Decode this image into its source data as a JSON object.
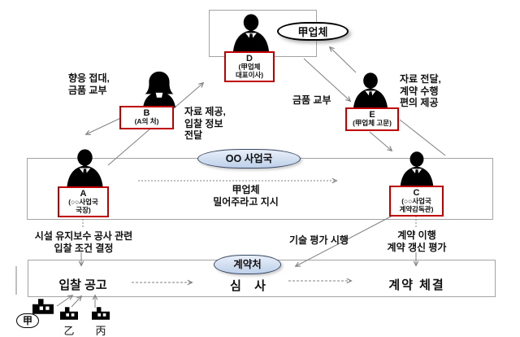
{
  "ovals": {
    "company": "甲업체",
    "bureau": "OO 사업국",
    "contract_office": "계약처"
  },
  "actors": {
    "d": {
      "name": "D",
      "role_lines": [
        "(甲업체",
        "대표이사)"
      ]
    },
    "b": {
      "name": "B",
      "role_lines": [
        "(A의 처)"
      ]
    },
    "e": {
      "name": "E",
      "role_lines": [
        "(甲업체 고문)"
      ]
    },
    "a": {
      "name": "A",
      "role_lines": [
        "(○○사업국",
        "국장)"
      ]
    },
    "c": {
      "name": "C",
      "role_lines": [
        "(○○사업국",
        "계약감독관)"
      ]
    }
  },
  "annotations": {
    "hospitality_lines": [
      "향응 접대,",
      "금품 교부"
    ],
    "data_provision_lines": [
      "자료 제공,",
      "입찰 정보",
      "전달"
    ],
    "money_delivery": "금품 교부",
    "data_delivery_lines": [
      "자료 전달,",
      "계약 수행",
      "편의 제공"
    ],
    "push_directive_lines": [
      "甲업체",
      "밀어주라고 지시"
    ],
    "bid_condition_lines": [
      "시설 유지보수 공사 관련",
      "입찰 조건 결정"
    ],
    "tech_evaluation": "기술 평가 시행",
    "contract_renewal_lines": [
      "계약 이행",
      "계약 갱신 평가"
    ]
  },
  "process": {
    "bid_notice": "입찰 공고",
    "review": "심 사",
    "contract_sign": "계약 체결"
  },
  "bidders": {
    "gap": "甲",
    "eul": "乙",
    "byeong": "丙"
  },
  "colors": {
    "label_border": "#c00000",
    "box_border": "#a3a3a3",
    "arrow": "#808080",
    "oval_fill_light": "#e8eff9",
    "oval_fill_dark": "#bed1ea",
    "oval_border": "#3a4a63",
    "silhouette": "#000000"
  }
}
